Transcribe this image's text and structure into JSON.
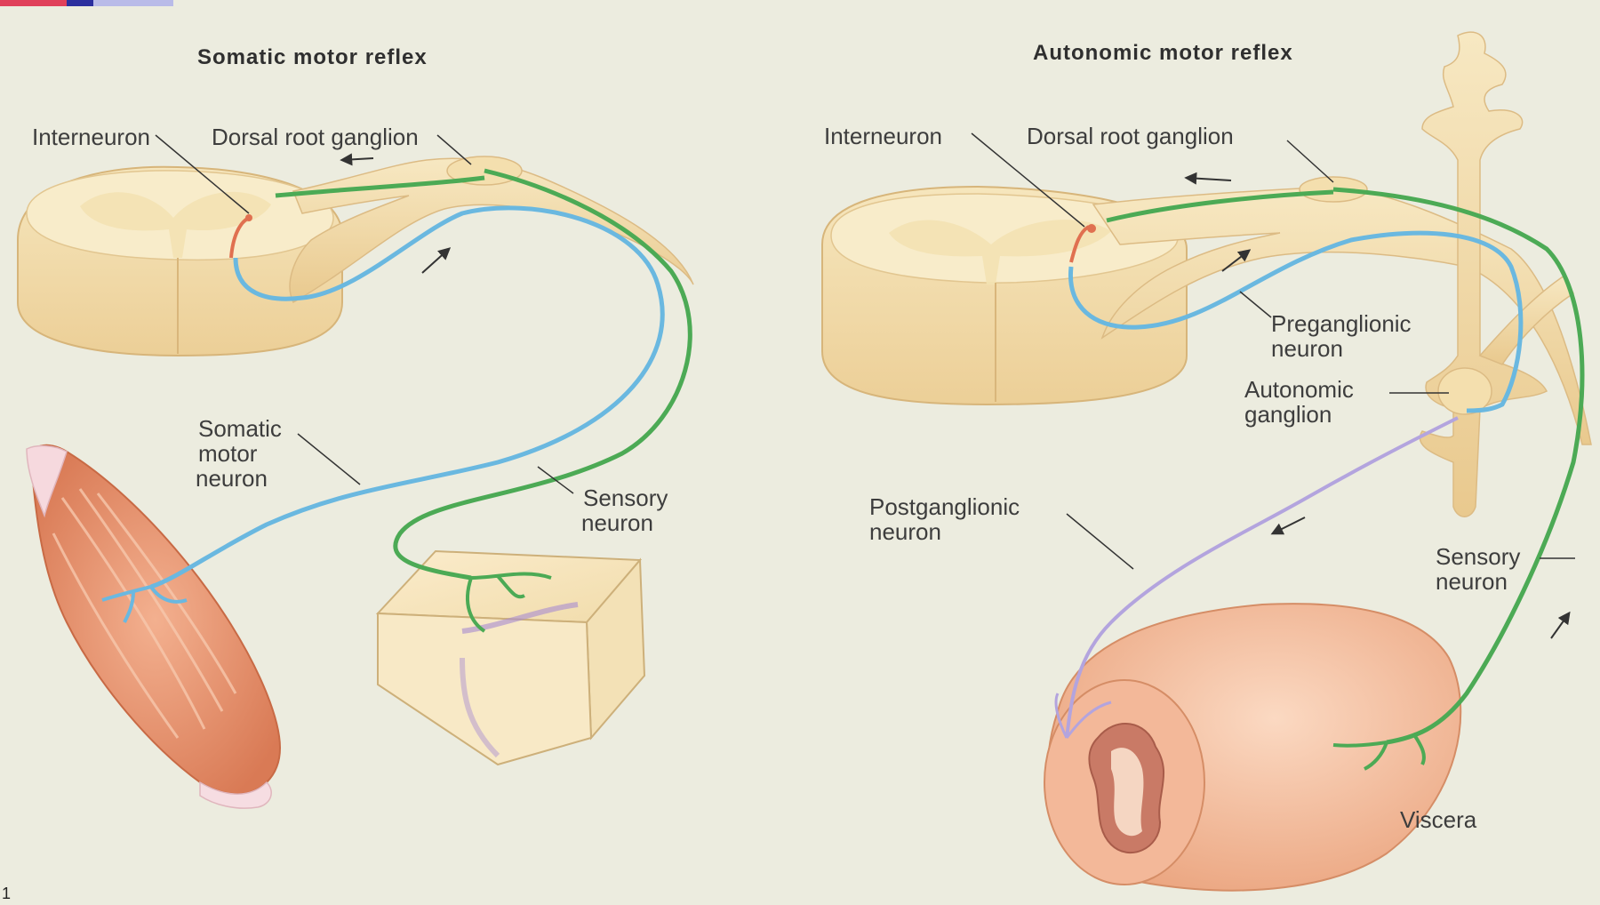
{
  "colors": {
    "background": "#ececdf",
    "tissue": "#f3dfb0",
    "gray_matter": "#f9efcf",
    "sensory_neuron": "#4caa55",
    "motor_neuron": "#6ab8e0",
    "postganglionic_neuron": "#b3a4de",
    "interneuron": "#e07050",
    "muscle": "#e58e6a",
    "viscera": "#f0b48f"
  },
  "somatic": {
    "title": "Somatic motor reflex",
    "labels": {
      "interneuron": "Interneuron",
      "dorsal_root_ganglion": "Dorsal root ganglion",
      "somatic_motor_neuron": [
        "Somatic",
        "motor",
        "neuron"
      ],
      "sensory_neuron": [
        "Sensory",
        "neuron"
      ]
    }
  },
  "autonomic": {
    "title": "Autonomic motor reflex",
    "labels": {
      "interneuron": "Interneuron",
      "dorsal_root_ganglion": "Dorsal root ganglion",
      "preganglionic_neuron": [
        "Preganglionic",
        "neuron"
      ],
      "autonomic_ganglion": [
        "Autonomic",
        "ganglion"
      ],
      "postganglionic_neuron": [
        "Postganglionic",
        "neuron"
      ],
      "sensory_neuron": [
        "Sensory",
        "neuron"
      ],
      "viscera": "Viscera"
    }
  },
  "page_marker": "1"
}
